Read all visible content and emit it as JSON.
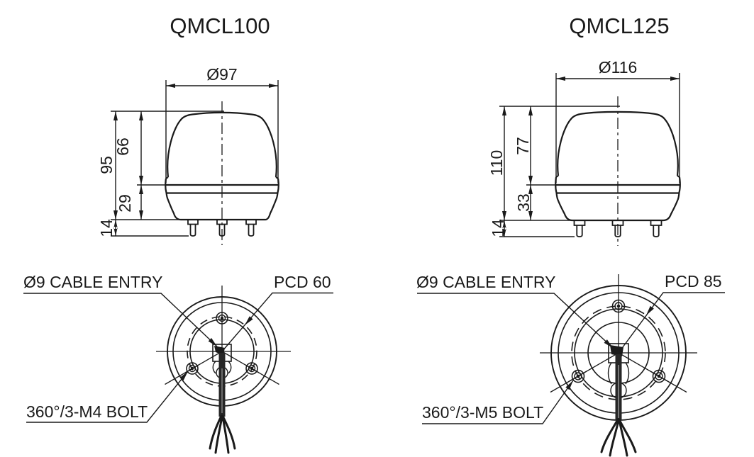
{
  "colors": {
    "background": "#ffffff",
    "line": "#1a1a1a"
  },
  "figures": {
    "qmcl100": {
      "title": "QMCL100",
      "front": {
        "diameter": "Ø97",
        "total_height": "95",
        "dome_height": "66",
        "body_height": "29",
        "pin_height": "14"
      },
      "bottom": {
        "cable_entry": "Ø9 CABLE ENTRY",
        "pcd": "PCD 60",
        "bolt": "360°/3-M4 BOLT"
      }
    },
    "qmcl125": {
      "title": "QMCL125",
      "front": {
        "diameter": "Ø116",
        "total_height": "110",
        "dome_height": "77",
        "body_height": "33",
        "pin_height": "14"
      },
      "bottom": {
        "cable_entry": "Ø9 CABLE ENTRY",
        "pcd": "PCD 85",
        "bolt": "360°/3-M5 BOLT"
      }
    }
  }
}
